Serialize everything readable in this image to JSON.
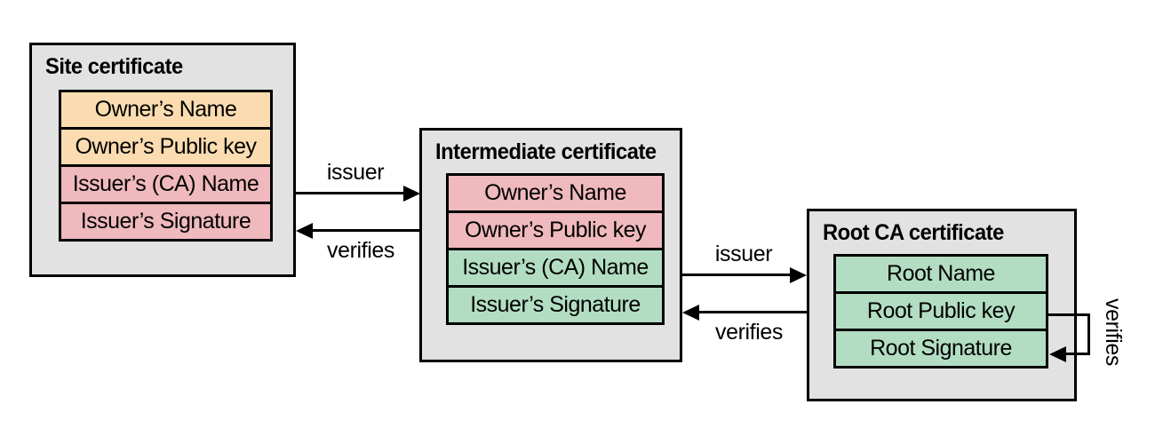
{
  "diagram": {
    "title_meaning": "certificate chain of trust",
    "certificates": [
      {
        "id": "site",
        "title": "Site certificate",
        "rows": [
          {
            "label": "Owner’s Name",
            "color": "orange"
          },
          {
            "label": "Owner’s Public key",
            "color": "orange"
          },
          {
            "label": "Issuer’s (CA) Name",
            "color": "pink"
          },
          {
            "label": "Issuer’s Signature",
            "color": "pink"
          }
        ]
      },
      {
        "id": "intermediate",
        "title": "Intermediate certificate",
        "rows": [
          {
            "label": "Owner’s Name",
            "color": "pink"
          },
          {
            "label": "Owner’s Public key",
            "color": "pink"
          },
          {
            "label": "Issuer’s (CA) Name",
            "color": "green"
          },
          {
            "label": "Issuer’s Signature",
            "color": "green"
          }
        ]
      },
      {
        "id": "root",
        "title": "Root CA certificate",
        "rows": [
          {
            "label": "Root Name",
            "color": "green"
          },
          {
            "label": "Root Public key",
            "color": "green"
          },
          {
            "label": "Root Signature",
            "color": "green"
          }
        ]
      }
    ],
    "arrows": {
      "site_to_intermediate": {
        "issuer_label": "issuer",
        "verifies_label": "verifies"
      },
      "intermediate_to_root": {
        "issuer_label": "issuer",
        "verifies_label": "verifies"
      },
      "root_self_loop": {
        "verifies_label": "verifies"
      }
    },
    "colors": {
      "box_fill": "#e2e2e2",
      "line": "#000000",
      "orange": "#fbdcb0",
      "pink": "#efb9bd",
      "green": "#b2ddc3"
    }
  }
}
